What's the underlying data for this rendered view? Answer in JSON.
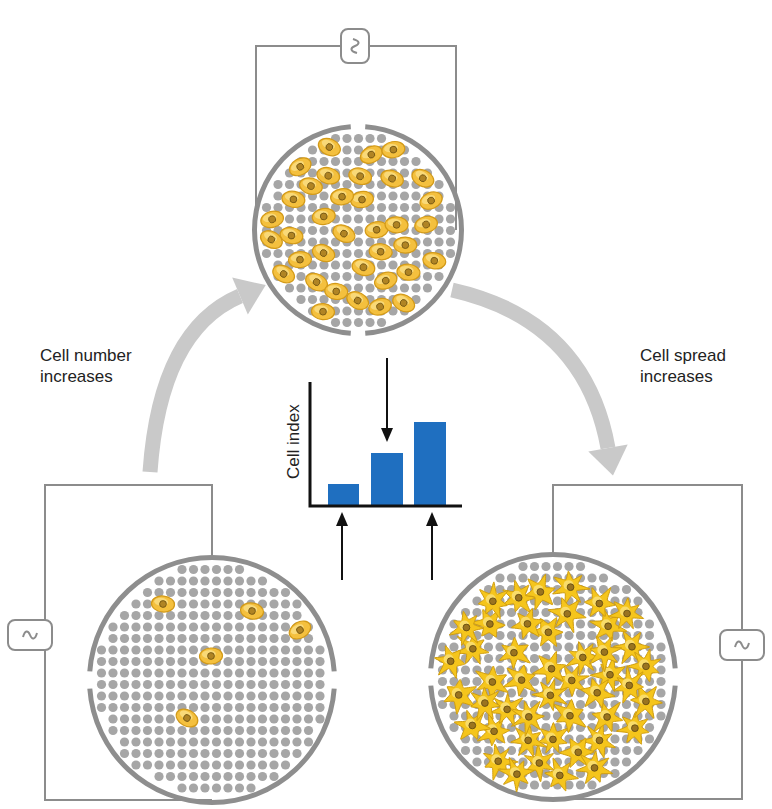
{
  "diagram": {
    "labels": [
      "Cell number increases",
      "Cell spread increases",
      "Cell index"
    ]
  }
}
